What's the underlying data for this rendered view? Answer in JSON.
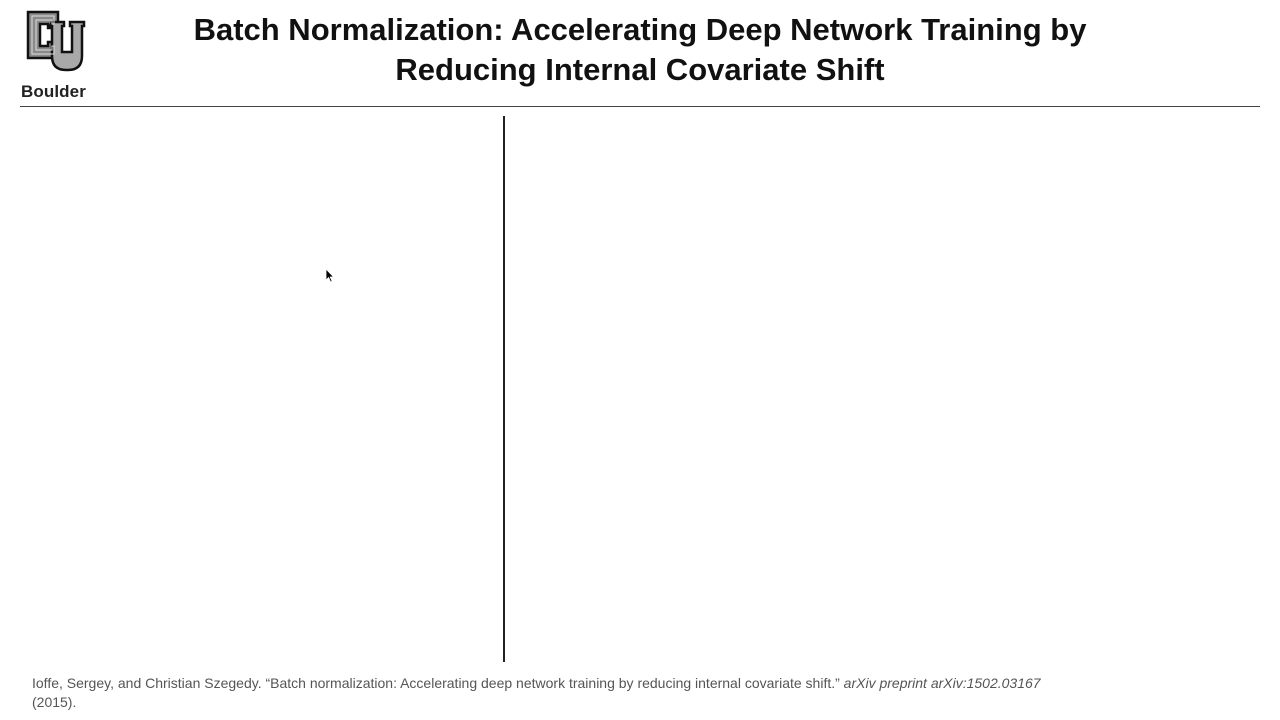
{
  "logo": {
    "label": "Boulder",
    "icon": "cu-logo"
  },
  "slide": {
    "title_line1": "Batch Normalization: Accelerating Deep Network Training by",
    "title_line2": "Reducing Internal Covariate Shift"
  },
  "citation": {
    "authors": "Ioffe, Sergey, and Christian Szegedy.",
    "paper_title": "“Batch normalization: Accelerating deep network training by reducing internal covariate shift.”",
    "venue": "arXiv preprint arXiv:1502.03167",
    "year": "(2015)."
  },
  "cursor": {
    "icon": "mouse-pointer-icon"
  }
}
